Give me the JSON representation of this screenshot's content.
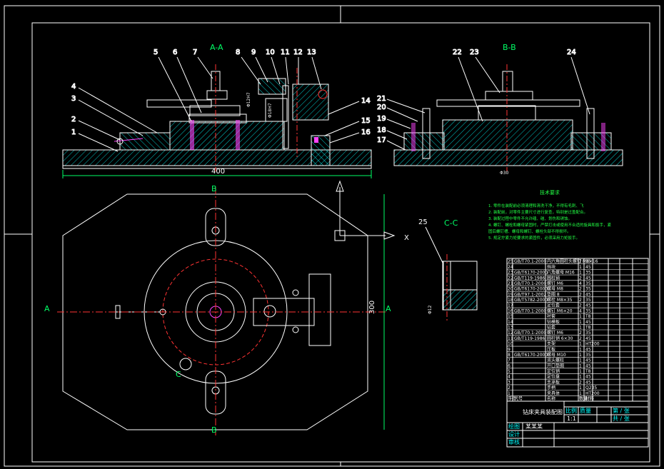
{
  "sheet": {
    "section_labels": {
      "aa": "A-A",
      "bb": "B-B",
      "cc": "C-C"
    },
    "dimensions": {
      "length_400": "400",
      "height_300": "300"
    },
    "view_markers": {
      "a_left": "A",
      "a_right": "A",
      "b_top": "B",
      "b_bottom": "B",
      "c": "C",
      "x": "X"
    },
    "aa_balloons": [
      "1",
      "2",
      "3",
      "4",
      "5",
      "6",
      "7",
      "8",
      "9",
      "10",
      "11",
      "12",
      "13",
      "14",
      "15",
      "16"
    ],
    "bb_balloons": [
      "17",
      "18",
      "19",
      "20",
      "21",
      "22",
      "23",
      "24"
    ],
    "cc_balloons": [
      "25"
    ]
  },
  "notes": {
    "title": "技术要求",
    "lines": [
      "1. 零件在装配前必须清理和清洗干净，不得有毛刺、飞",
      "2. 装配前，对零件主要尺寸进行复查，特别是过盈配合。",
      "3. 装配过程中零件不允许磕、碰、划伤和锈蚀。",
      "4. 螺钉、螺栓和螺母紧固时，严禁打击或使用不合适的旋具和扳手，紧",
      "固后螺钉槽、螺母和螺钉、螺栓头部不得损坏。",
      "5. 规定拧紧力矩要求的紧固件，必须采用力矩扳手。"
    ]
  },
  "bom": {
    "rows": [
      {
        "no": "25",
        "code": "GB/T70.1-2000",
        "name": "内六角圆柱头螺钉 M6×16",
        "qty": "2",
        "mat": "35"
      },
      {
        "no": "24",
        "code": "",
        "name": "挡块",
        "qty": "1",
        "mat": "45"
      },
      {
        "no": "23",
        "code": "GB/T6170-2000",
        "name": "六角螺母 M16",
        "qty": "1",
        "mat": "35"
      },
      {
        "no": "22",
        "code": "GB/T119-1986",
        "name": "圆柱销",
        "qty": "2",
        "mat": "45"
      },
      {
        "no": "21",
        "code": "GB/T70.1-2000",
        "name": "螺钉 M6",
        "qty": "4",
        "mat": "35"
      },
      {
        "no": "20",
        "code": "GB/T6170-2000",
        "name": "螺母 M8",
        "qty": "2",
        "mat": "35"
      },
      {
        "no": "19",
        "code": "GB/T97.1-2002",
        "name": "垫圈 8",
        "qty": "2",
        "mat": "45"
      },
      {
        "no": "18",
        "code": "GB/T5782-2000",
        "name": "螺栓 M8×35",
        "qty": "2",
        "mat": "35"
      },
      {
        "no": "17",
        "code": "",
        "name": "定位套",
        "qty": "2",
        "mat": "45"
      },
      {
        "no": "16",
        "code": "GB/T70.1-2000",
        "name": "螺钉 M6×20",
        "qty": "4",
        "mat": "35"
      },
      {
        "no": "15",
        "code": "",
        "name": "衬套",
        "qty": "1",
        "mat": "T8"
      },
      {
        "no": "14",
        "code": "",
        "name": "钻模板",
        "qty": "1",
        "mat": "45"
      },
      {
        "no": "13",
        "code": "",
        "name": "钻套",
        "qty": "1",
        "mat": "T8"
      },
      {
        "no": "12",
        "code": "GB/T70.1-2000",
        "name": "螺钉 M6",
        "qty": "2",
        "mat": "35"
      },
      {
        "no": "11",
        "code": "GB/T119-1986",
        "name": "圆柱销 6×30",
        "qty": "2",
        "mat": "45"
      },
      {
        "no": "10",
        "code": "",
        "name": "支架",
        "qty": "1",
        "mat": "HT200"
      },
      {
        "no": "9",
        "code": "",
        "name": "压板",
        "qty": "1",
        "mat": "45"
      },
      {
        "no": "8",
        "code": "GB/T6170-2000",
        "name": "螺母 M10",
        "qty": "1",
        "mat": "35"
      },
      {
        "no": "7",
        "code": "",
        "name": "双头螺柱",
        "qty": "1",
        "mat": "45"
      },
      {
        "no": "6",
        "code": "",
        "name": "开口垫圈",
        "qty": "1",
        "mat": "45"
      },
      {
        "no": "5",
        "code": "",
        "name": "定位销",
        "qty": "1",
        "mat": "T8"
      },
      {
        "no": "4",
        "code": "",
        "name": "定位盘",
        "qty": "1",
        "mat": "45"
      },
      {
        "no": "3",
        "code": "",
        "name": "支承板",
        "qty": "2",
        "mat": "45"
      },
      {
        "no": "2",
        "code": "",
        "name": "手柄",
        "qty": "1",
        "mat": "Q235"
      },
      {
        "no": "1",
        "code": "",
        "name": "夹具体",
        "qty": "1",
        "mat": "HT200"
      }
    ],
    "header": {
      "no": "序号",
      "code": "代号",
      "name": "名称",
      "qty": "数量",
      "mat": "材料"
    }
  },
  "title_block": {
    "drawing_name": "钻床夹具装配图",
    "scale_label": "比例",
    "mass_label": "质量",
    "sheet_label": "第 / 张",
    "total_label": "共 / 张",
    "design_label": "设计",
    "check_label": "审核",
    "draw_label": "绘图",
    "drawer": "某某某",
    "scale_value": "1:1"
  },
  "colors": {
    "outline": "#ffffff",
    "hatch": "#00ffff",
    "centerline": "#ff3333",
    "dimension": "#00ff66",
    "leader": "#ffffff",
    "label_yellow": "#ffff66",
    "bolt": "#ff44ff"
  }
}
